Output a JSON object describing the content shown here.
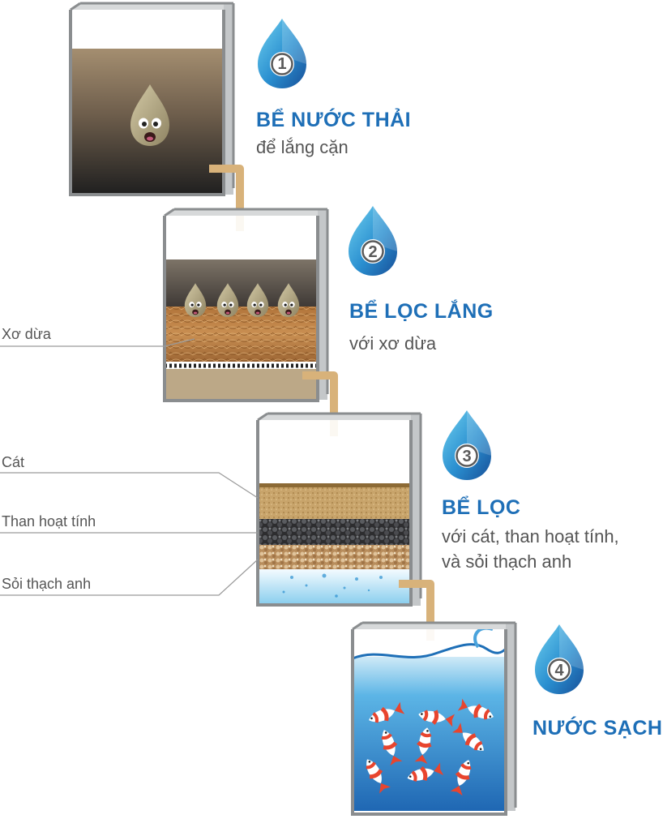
{
  "steps": [
    {
      "number": "1",
      "title": "BỂ NƯỚC THẢI",
      "subtitle": "để lắng cặn"
    },
    {
      "number": "2",
      "title": "BỂ LỌC LẮNG",
      "subtitle": "với xơ dừa"
    },
    {
      "number": "3",
      "title": "BỂ LỌC",
      "subtitle_line1": "với cát, than hoạt tính,",
      "subtitle_line2": "và sỏi thạch anh"
    },
    {
      "number": "4",
      "title": "NƯỚC SẠCH"
    }
  ],
  "layer_labels": {
    "coconut_fiber": "Xơ dừa",
    "sand": "Cát",
    "activated_carbon": "Than hoạt tính",
    "quartz_gravel": "Sỏi thạch anh"
  },
  "colors": {
    "title_blue": "#1e6fb7",
    "subtitle_gray": "#555555",
    "tank_frame": "#8a8d8f",
    "pipe": "#d8b27a",
    "drop_dark": "#1a5fa8",
    "drop_light": "#5ec6e8"
  }
}
